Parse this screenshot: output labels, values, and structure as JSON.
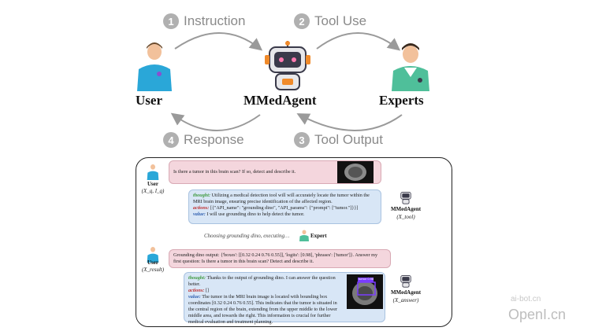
{
  "top": {
    "steps": [
      {
        "num": "1",
        "label": "Instruction"
      },
      {
        "num": "2",
        "label": "Tool Use"
      },
      {
        "num": "3",
        "label": "Tool Output"
      },
      {
        "num": "4",
        "label": "Response"
      }
    ],
    "actors": {
      "user": "User",
      "agent": "MMedAgent",
      "experts": "Experts"
    }
  },
  "panel": {
    "user_label": "User",
    "user_sub1": "(X_q, I_q)",
    "user_sub2": "(X_result)",
    "agent_label": "MMedAgent",
    "agent_sub1": "(X_tool)",
    "agent_sub2": "(X_answer)",
    "expert_label": "Expert",
    "choosing": "Choosing grounding dino, executing…",
    "q1": "Is there a tumor in this brain scan? If so, detect and describe it.",
    "r1": {
      "thought_key": "thought:",
      "thought": "Utilizing a medical detection tool will will accurately locate the tumor within the MRI brain image, ensuring precise identification of the affected region.",
      "actions_key": "actions:",
      "actions": "[{\"API_name\": \"grounding dino\", \"API_params\": {\"prompt\": [\"tumor.\"]}}]",
      "value_key": "value:",
      "value": "I will use grounding dino to help detect the tumor."
    },
    "q2": "Grounding dino output: {'boxes': [[0.32 0.24 0.76 0.55]], 'logits': [0.98], 'phrases': ['tumor']}. Answer my first question: Is there a tumor in this brain scan? Detect and describe it.",
    "r2": {
      "thought_key": "thought:",
      "thought": "Thanks to the output of grounding dino. I can answer the question better.",
      "actions_key": "actions:",
      "actions": "[]",
      "value_key": "value:",
      "value": "The tumor in the MRI brain image is located with bounding box coordinates [0.32 0.24 0.76 0.55]. This indicates that the tumor is situated in the central region of the brain, extending from the upper middle to the lower middle area, and towards the right. This information is crucial for further medical evaluation and treatment planning."
    },
    "tumor_tag": "tumor 0.98"
  },
  "watermark": {
    "small": "ai-bot.cn",
    "big": "OpenI.cn"
  }
}
